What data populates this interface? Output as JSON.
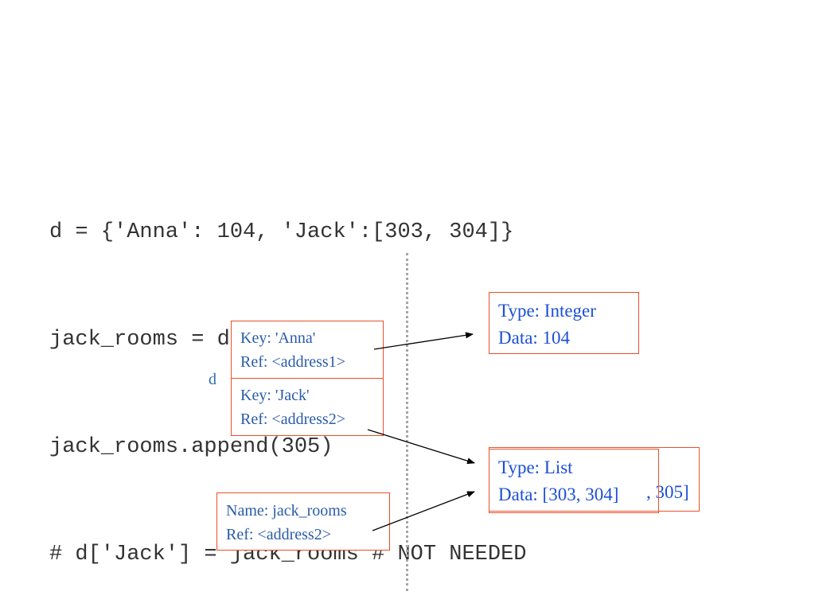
{
  "code_lines": [
    "d = {'Anna': 104, 'Jack':[303, 304]}",
    "jack_rooms = d['Jack']",
    "jack_rooms.append(305)",
    "# d['Jack'] = jack_rooms # NOT NEEDED"
  ],
  "dict_label": "d",
  "anna_entry": {
    "key": "Key: 'Anna'",
    "ref": "Ref: <address1>"
  },
  "jack_entry": {
    "key": "Key: 'Jack'",
    "ref": "Ref: <address2>"
  },
  "jack_rooms_var": {
    "name": "Name: jack_rooms",
    "ref": "Ref: <address2>"
  },
  "integer_obj": {
    "type": "Type: Integer",
    "data": "Data: 104"
  },
  "list_obj": {
    "type": "Type: List",
    "data": "Data: [303, 304]",
    "appended_data_tail": ", 305]"
  },
  "colors": {
    "box_border": "#e8502a",
    "box_text": "#2a5caa",
    "code_text": "#333333",
    "divider": "#a6a6a6"
  }
}
